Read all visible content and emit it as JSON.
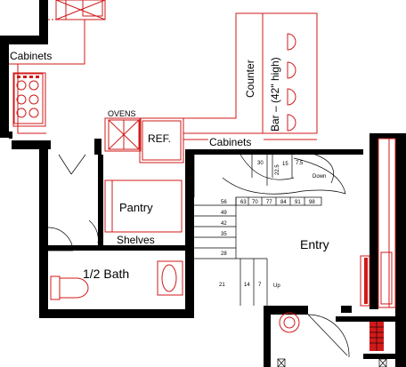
{
  "labels": {
    "cabinets_top": "Cabinets",
    "ovens": "OVENS",
    "ref": "REF.",
    "counter_bar_line1": "Counter",
    "counter_bar_line2": "Bar – (42\" high)",
    "cabinets_mid": "Cabinets",
    "pantry": "Pantry",
    "shelves": "Shelves",
    "half_bath": "1/2 Bath",
    "entry": "Entry",
    "down": "Down",
    "up": "Up"
  },
  "stair_numbers": {
    "upper_vertical": [
      "30",
      "22.5",
      "15",
      "7.5"
    ],
    "upper_row": [
      "63",
      "70",
      "77",
      "84",
      "91",
      "98"
    ],
    "left_column": [
      "56",
      "49",
      "42",
      "35",
      "28"
    ],
    "bottom_row": [
      "21",
      "14",
      "7"
    ]
  },
  "colors": {
    "wall": "#000000",
    "fixture": "#d11a1a",
    "background": "#ffffff"
  }
}
